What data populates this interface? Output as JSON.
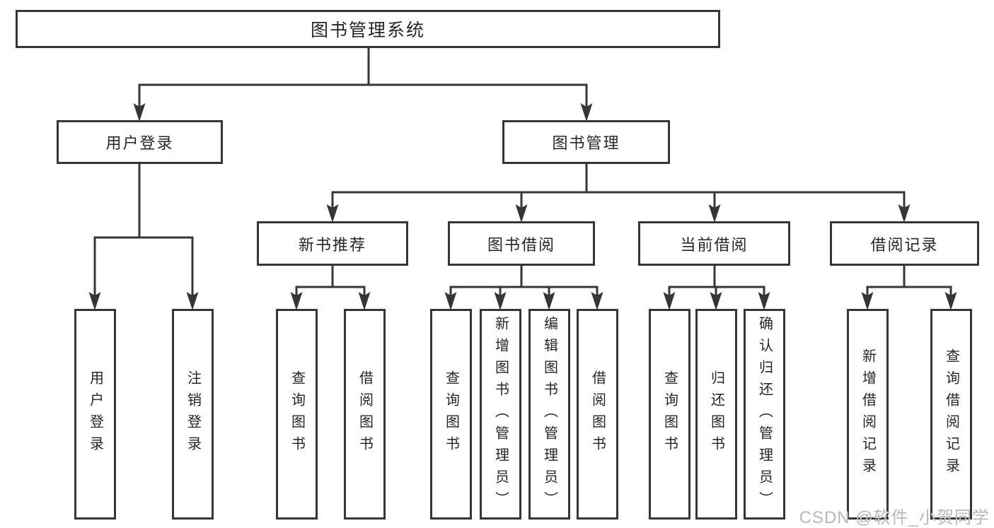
{
  "diagram": {
    "title": "图书管理系统",
    "root": {
      "label": "图书管理系统"
    },
    "level2": [
      {
        "label": "用户登录"
      },
      {
        "label": "图书管理"
      }
    ],
    "level3": [
      {
        "label": "新书推荐",
        "parent": "图书管理"
      },
      {
        "label": "图书借阅",
        "parent": "图书管理"
      },
      {
        "label": "当前借阅",
        "parent": "图书管理"
      },
      {
        "label": "借阅记录",
        "parent": "图书管理"
      }
    ],
    "leaves": [
      {
        "label": "用户登录",
        "parent": "用户登录"
      },
      {
        "label": "注销登录",
        "parent": "用户登录"
      },
      {
        "label": "查询图书",
        "parent": "新书推荐"
      },
      {
        "label": "借阅图书",
        "parent": "新书推荐"
      },
      {
        "label": "查询图书",
        "parent": "图书借阅"
      },
      {
        "label": "新增图书（管理员）",
        "parent": "图书借阅"
      },
      {
        "label": "编辑图书（管理员）",
        "parent": "图书借阅"
      },
      {
        "label": "借阅图书",
        "parent": "图书借阅"
      },
      {
        "label": "查询图书",
        "parent": "当前借阅"
      },
      {
        "label": "归还图书",
        "parent": "当前借阅"
      },
      {
        "label": "确认归还（管理员）",
        "parent": "当前借阅"
      },
      {
        "label": "新增借阅记录",
        "parent": "借阅记录"
      },
      {
        "label": "查询借阅记录",
        "parent": "借阅记录"
      }
    ]
  },
  "watermark": "CSDN @软件_小贺同学",
  "colors": {
    "line": "#363636",
    "box_border": "#363636",
    "text": "#262626",
    "background": "#ffffff",
    "watermark": "#b8b8b8"
  }
}
